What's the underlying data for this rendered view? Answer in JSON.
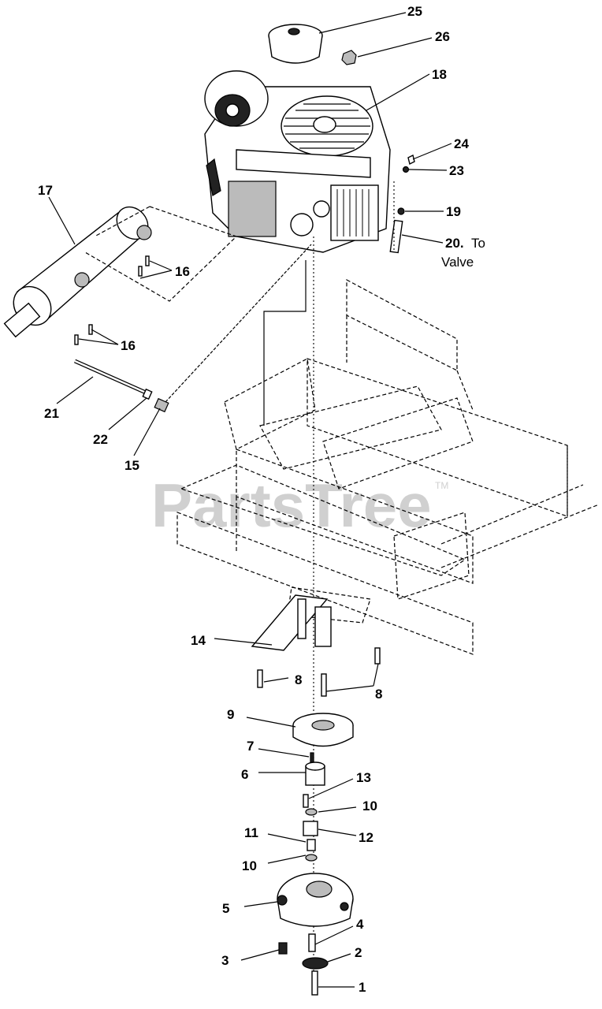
{
  "watermark": {
    "text": "PartsTree",
    "tm": "TM"
  },
  "callouts": {
    "c25": "25",
    "c26": "26",
    "c18": "18",
    "c24": "24",
    "c23": "23",
    "c19": "19",
    "c20": "20.",
    "c20_note1": "To",
    "c20_note2": "Valve",
    "c17": "17",
    "c16a": "16",
    "c16b": "16",
    "c21": "21",
    "c22": "22",
    "c15": "15",
    "c14": "14",
    "c8a": "8",
    "c8b": "8",
    "c9": "9",
    "c7": "7",
    "c6": "6",
    "c13": "13",
    "c10a": "10",
    "c12": "12",
    "c11": "11",
    "c10b": "10",
    "c5": "5",
    "c4": "4",
    "c3": "3",
    "c2": "2",
    "c1": "1"
  }
}
